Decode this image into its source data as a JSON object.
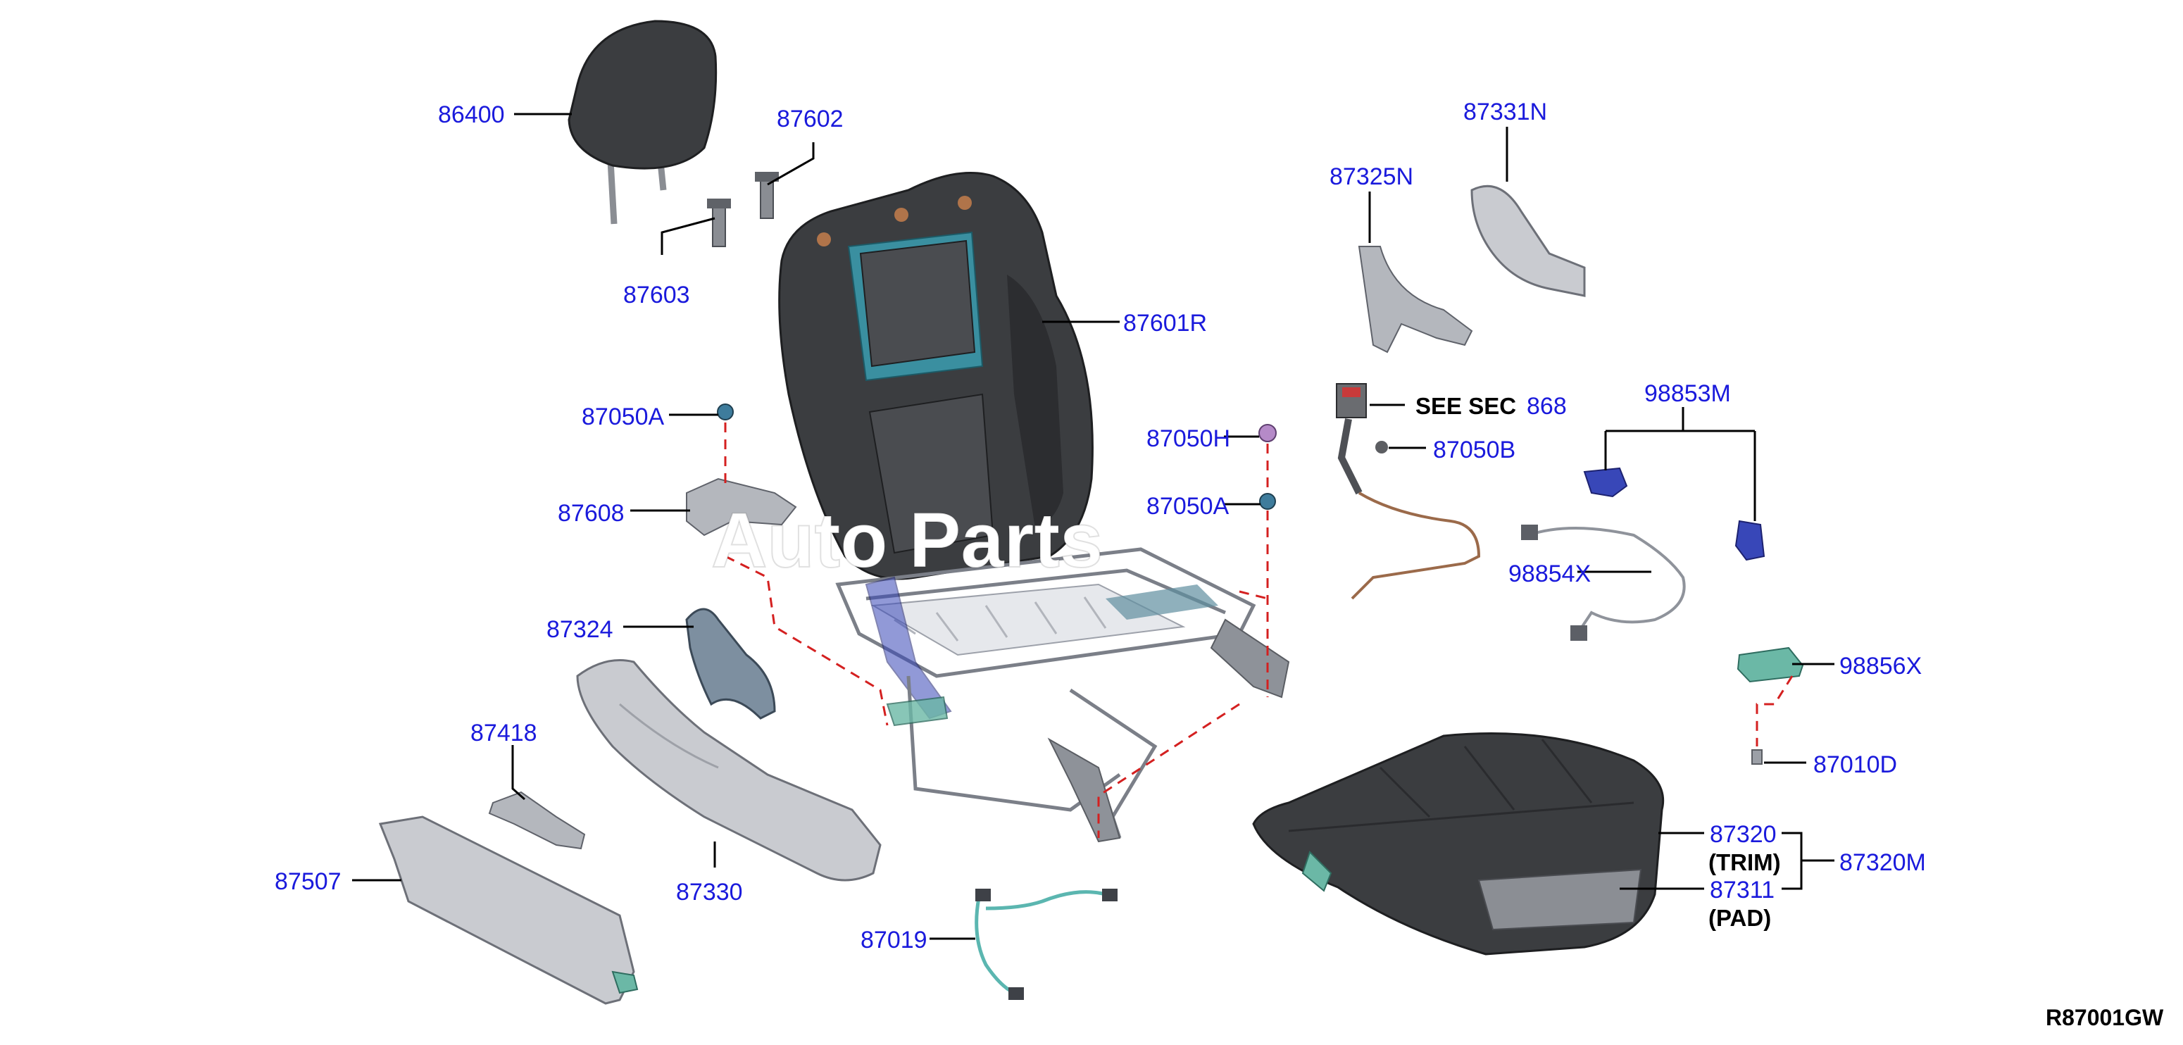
{
  "diagram_id": "R87001GW",
  "watermark": "Auto Parts",
  "callouts": {
    "p86400": "86400",
    "p87602": "87602",
    "p87603": "87603",
    "p87601R": "87601R",
    "p87050A_left": "87050A",
    "p87608": "87608",
    "p87324": "87324",
    "p87418": "87418",
    "p87330": "87330",
    "p87507": "87507",
    "p87019": "87019",
    "p87050H": "87050H",
    "p87050A_right": "87050A",
    "p87325N": "87325N",
    "p87331N": "87331N",
    "p87050B": "87050B",
    "p868": "868",
    "p98853M": "98853M",
    "p98854X": "98854X",
    "p98856X": "98856X",
    "p87010D": "87010D",
    "p87320": "87320",
    "p87311": "87311",
    "p87320M": "87320M"
  },
  "notes": {
    "see_sec": "SEE SEC",
    "trim": "(TRIM)",
    "pad": "(PAD)"
  },
  "colors": {
    "callout": "#1a1adc",
    "leader": "#000000",
    "dashed": "#d42020",
    "trim_dark": "#3b3d40",
    "plastic_grey": "#c9cbd0",
    "harness": "#9b6a4a",
    "sensor_blue": "#3847b8"
  }
}
